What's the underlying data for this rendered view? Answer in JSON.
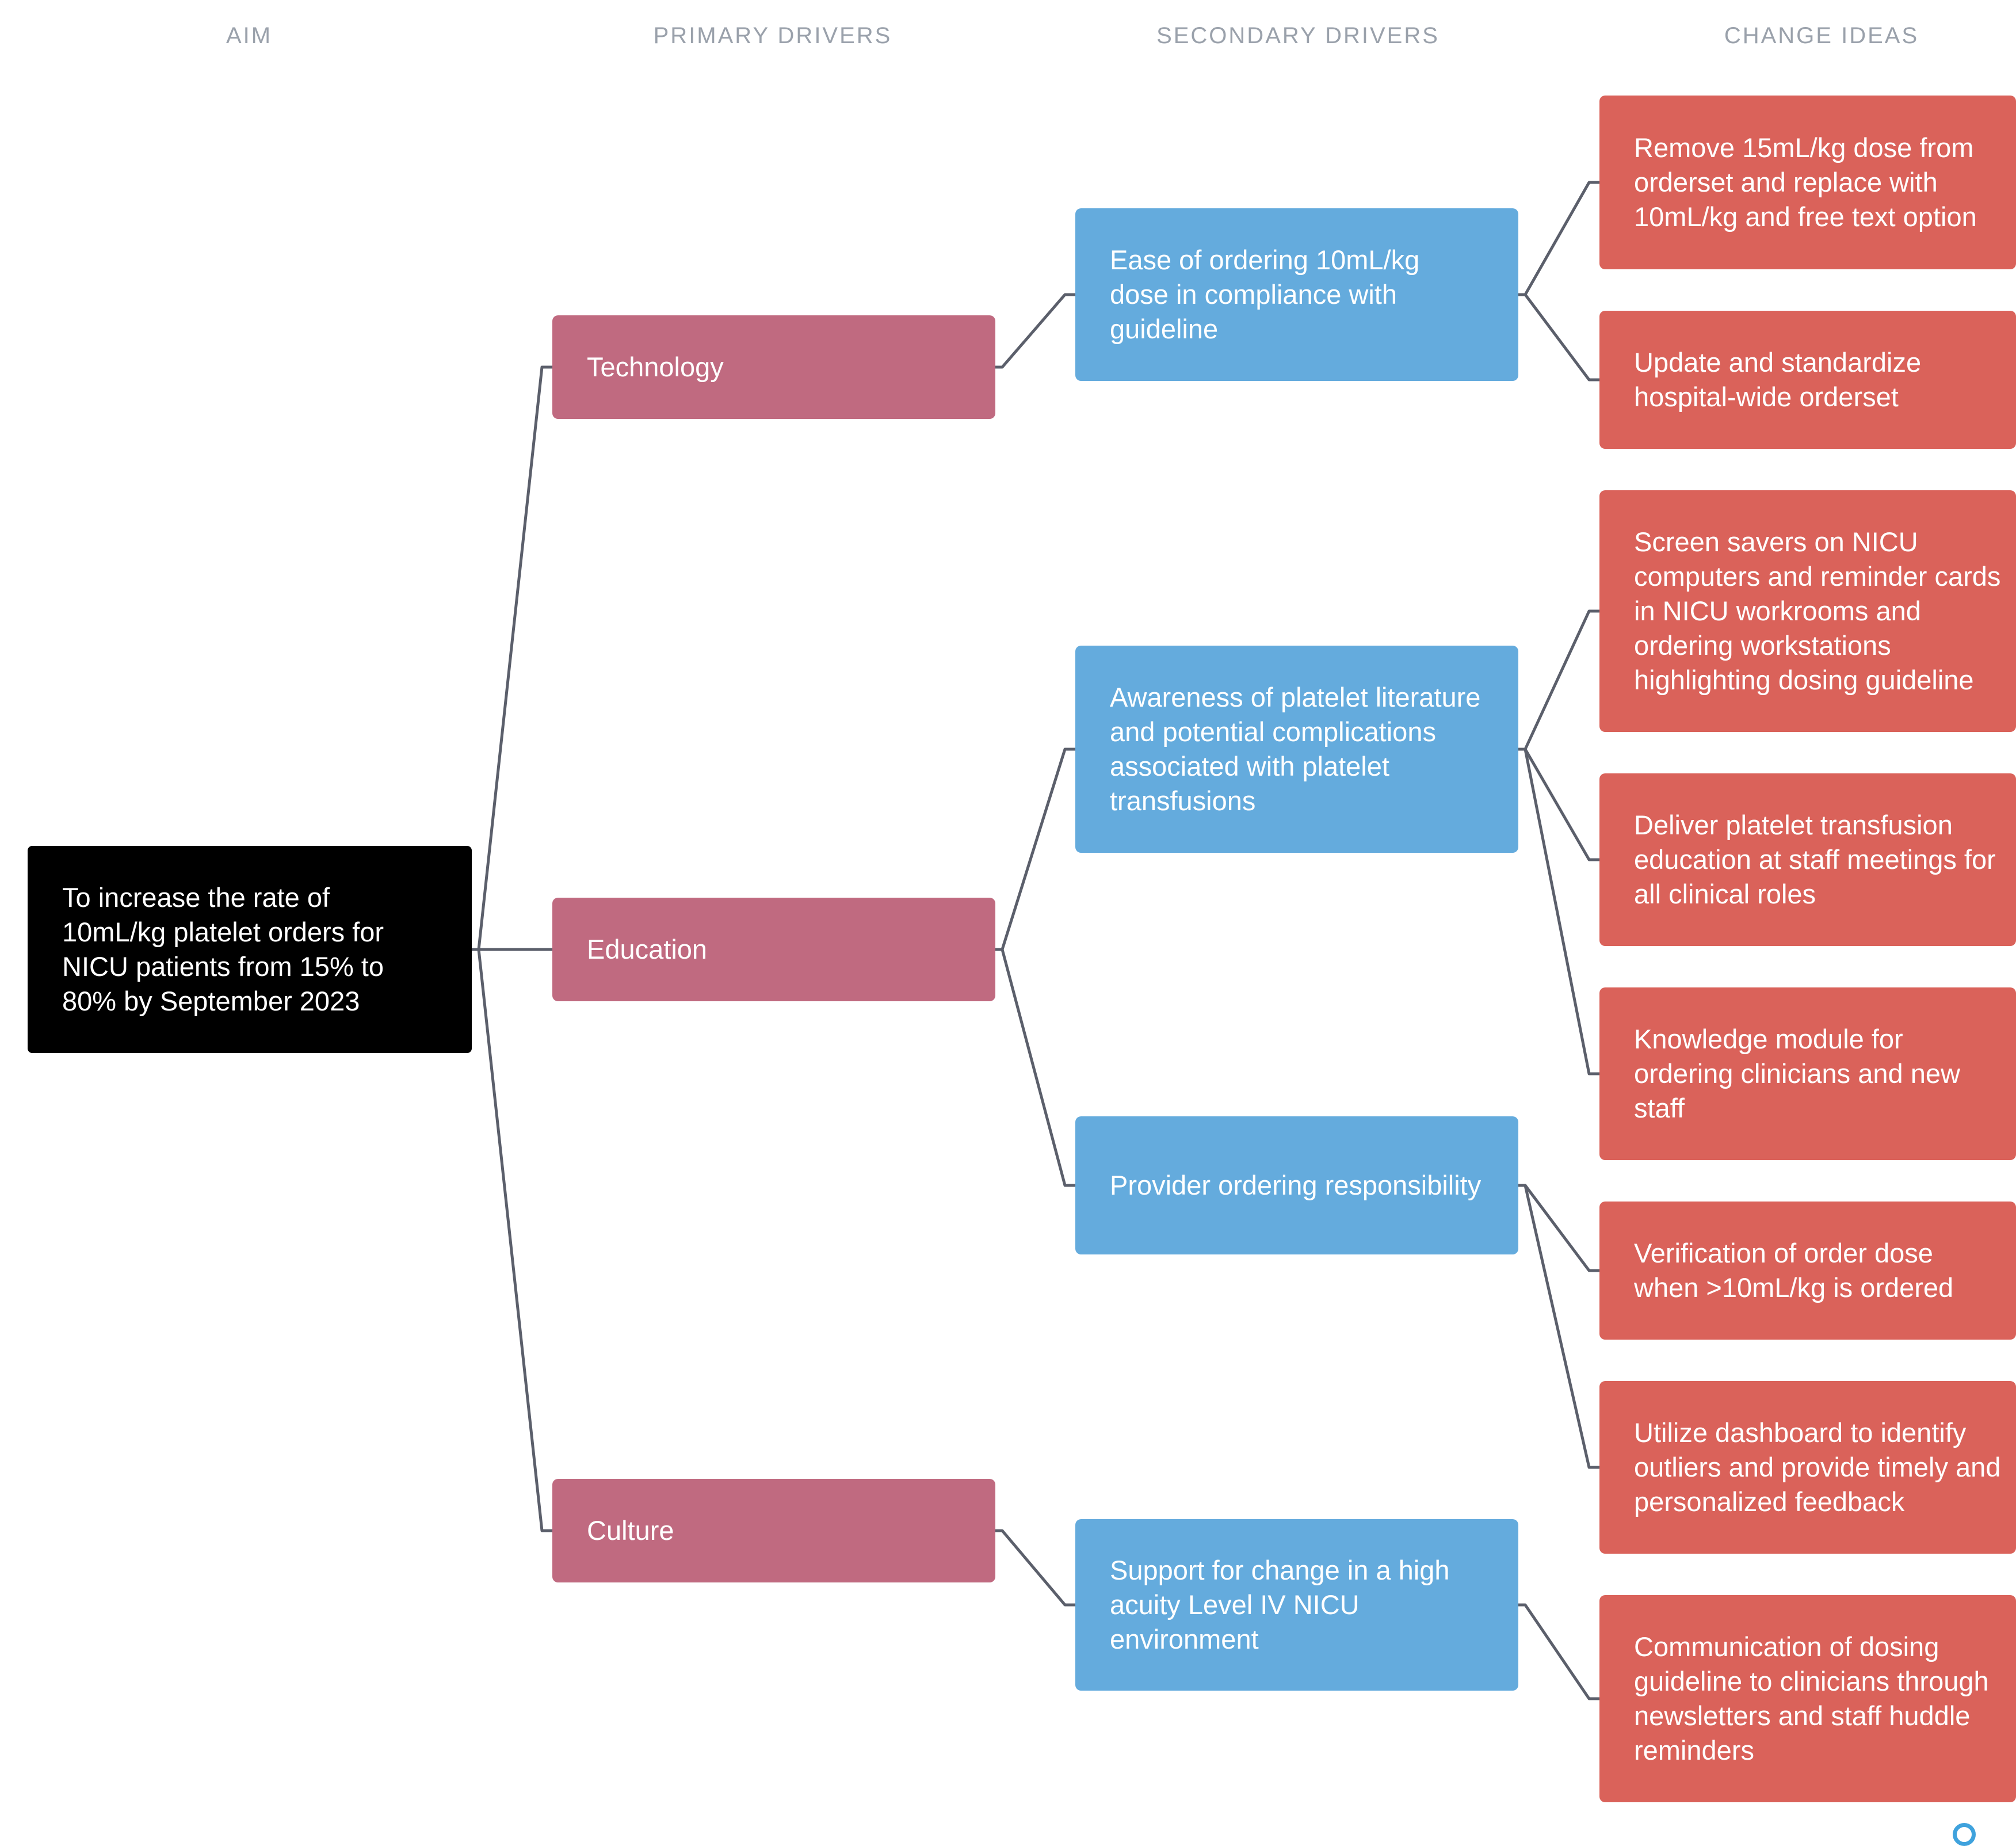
{
  "headers": {
    "aim": "AIM",
    "primary": "PRIMARY DRIVERS",
    "secondary": "SECONDARY DRIVERS",
    "change": "CHANGE IDEAS"
  },
  "aim": "To increase the rate of 10mL/kg platelet orders for NICU patients from 15% to 80% by September 2023",
  "primary_drivers": [
    "Technology",
    "Education",
    "Culture"
  ],
  "secondary_drivers": [
    "Ease of ordering 10mL/kg dose in compliance with guideline",
    "Awareness of platelet literature and potential complications associated with platelet transfusions",
    "Provider ordering responsibility",
    "Support for change in a high acuity Level IV NICU environment"
  ],
  "change_ideas": [
    "Remove 15mL/kg dose from orderset and replace with 10mL/kg and free text option",
    "Update and standardize hospital-wide orderset",
    "Screen savers on NICU computers and reminder cards in NICU workrooms and ordering workstations highlighting dosing guideline",
    "Deliver platelet transfusion education at staff meetings for all clinical roles",
    "Knowledge module for ordering clinicians and new staff",
    "Verification of order dose when >10mL/kg is ordered",
    "Utilize dashboard to identify outliers and provide timely and personalized feedback",
    "Communication of dosing guideline to clinicians through newsletters and staff huddle reminders"
  ],
  "links": {
    "aim_to_primary": [
      0,
      1,
      2
    ],
    "primary_to_secondary": [
      [
        0,
        0
      ],
      [
        1,
        1
      ],
      [
        1,
        2
      ],
      [
        2,
        3
      ]
    ],
    "secondary_to_change": [
      [
        0,
        0
      ],
      [
        0,
        1
      ],
      [
        1,
        2
      ],
      [
        1,
        3
      ],
      [
        1,
        4
      ],
      [
        2,
        5
      ],
      [
        2,
        6
      ],
      [
        3,
        7
      ]
    ]
  },
  "colors": {
    "aim": "#000000",
    "primary": "#c06a80",
    "secondary": "#64abdd",
    "change": "#da625a",
    "connector": "#5b5f6b",
    "header": "#9aa1ab"
  }
}
